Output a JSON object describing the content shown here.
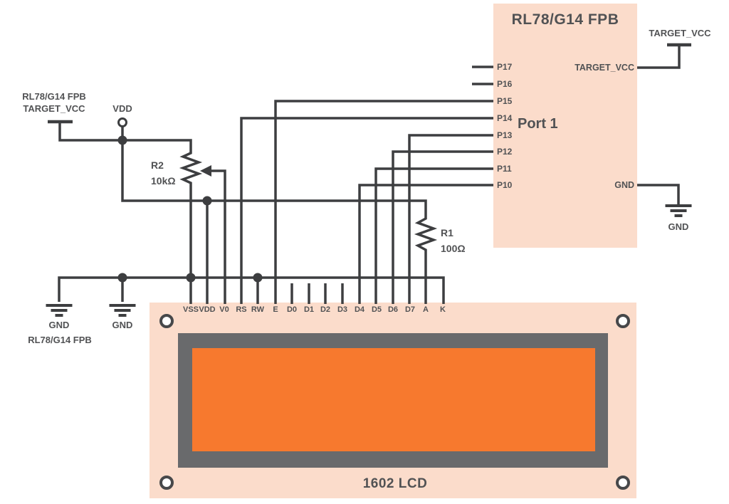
{
  "colors": {
    "block_pink": "#fbdccb",
    "screen_orange": "#f7792e",
    "bezel_gray": "#696a6c",
    "wire": "#3d3e40",
    "text": "#515254"
  },
  "mcu": {
    "title": "RL78/G14 FPB",
    "port_label": "Port 1",
    "left_pins": [
      "P17",
      "P16",
      "P15",
      "P14",
      "P13",
      "P12",
      "P11",
      "P10"
    ],
    "right_vcc_label": "TARGET_VCC",
    "right_gnd_label": "GND"
  },
  "lcd": {
    "title": "1602 LCD",
    "pins": [
      "VSS",
      "VDD",
      "V0",
      "RS",
      "RW",
      "E",
      "D0",
      "D1",
      "D2",
      "D3",
      "D4",
      "D5",
      "D6",
      "D7",
      "A",
      "K"
    ]
  },
  "power": {
    "left_supply_line1": "RL78/G14 FPB",
    "left_supply_line2": "TARGET_VCC",
    "vdd_label": "VDD",
    "top_right_supply_label": "TARGET_VCC",
    "right_gnd_label": "GND",
    "bottom_gnd1_label": "GND",
    "bottom_gnd2_label": "GND",
    "bottom_gnd_sublabel": "RL78/G14 FPB"
  },
  "resistors": {
    "r2": {
      "name": "R2",
      "value": "10kΩ"
    },
    "r1": {
      "name": "R1",
      "value": "100Ω"
    }
  }
}
